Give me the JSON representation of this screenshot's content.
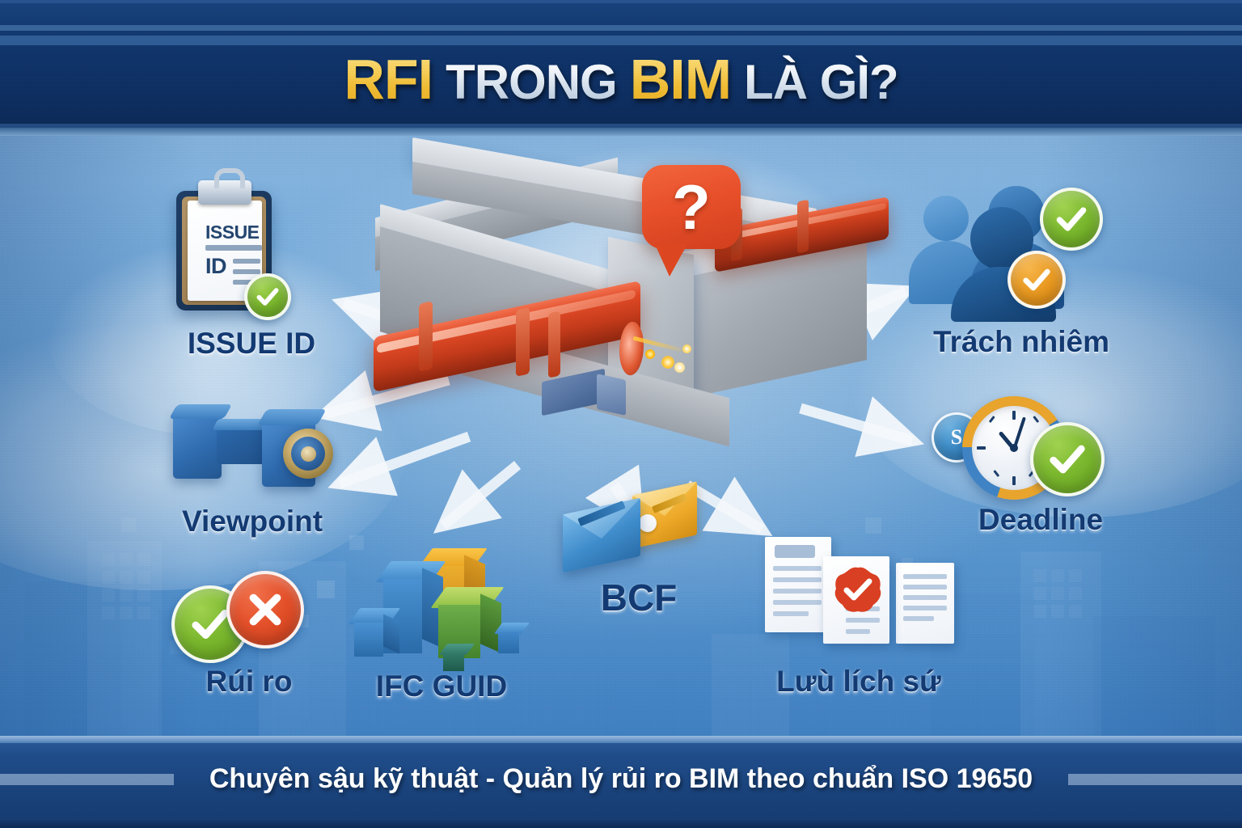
{
  "header": {
    "title_parts": [
      {
        "text": "RFI",
        "style": "gold"
      },
      {
        "text": "TRONG",
        "style": "silver"
      },
      {
        "text": "BIM",
        "style": "gold"
      },
      {
        "text": "LÀ GÌ?",
        "style": "silver"
      }
    ],
    "title_full": "RFI TRONG BIM LÀ GÌ?",
    "band_color": "#0e3268",
    "gold": "#f0bc33",
    "silver": "#e8eef5"
  },
  "footer": {
    "text": "Chuyên sậu kỹ thuật - Quản lý rủi ro BIM theo chuẩn ISO 19650",
    "band_color": "#19437d"
  },
  "center": {
    "icon": "clash-detection-3d-model",
    "bubble_symbol": "?",
    "bubble_color": "#e3502a",
    "pipe_color": "#cf3b22",
    "beam_color": "#c9cdd2",
    "description": "Pipe clashing through concrete beam with question bubble"
  },
  "nodes": [
    {
      "id": "issue-id",
      "label": "ISSUE ID",
      "icon": "clipboard-icon",
      "clipboard_line1": "ISSUE",
      "clipboard_line2": "ID",
      "badges": [
        "green-check"
      ],
      "side": "left"
    },
    {
      "id": "viewpoint",
      "label": "Viewpoint",
      "icon": "camera-icon",
      "badges": [],
      "side": "left"
    },
    {
      "id": "rui-ro",
      "label": "Rúi ro",
      "icon": "check-cross-icon",
      "badges": [
        "green-check",
        "red-cross"
      ],
      "side": "left"
    },
    {
      "id": "ifc-guid",
      "label": "IFC GUID",
      "icon": "cubes-icon",
      "badges": [],
      "side": "bottom"
    },
    {
      "id": "bcf",
      "label": "BCF",
      "icon": "envelope-exchange-icon",
      "badges": [],
      "side": "bottom"
    },
    {
      "id": "luu-lich-su",
      "label": "Lưù lích sứ",
      "icon": "documents-icon",
      "badges": [
        "red-seal-check"
      ],
      "side": "bottom"
    },
    {
      "id": "trach-nhiem",
      "label": "Trách nhiêm",
      "icon": "people-icon",
      "badges": [
        "green-check",
        "orange-check"
      ],
      "side": "right"
    },
    {
      "id": "deadline",
      "label": "Deadline",
      "icon": "clock-icon",
      "badges": [
        "green-check",
        "blue-badge"
      ],
      "side": "right"
    }
  ],
  "colors": {
    "green": "#7cb82f",
    "red": "#e3502a",
    "orange": "#ea9b23",
    "blue": "#3f8ec9",
    "navy": "#133a72",
    "gold": "#f0bc33"
  }
}
